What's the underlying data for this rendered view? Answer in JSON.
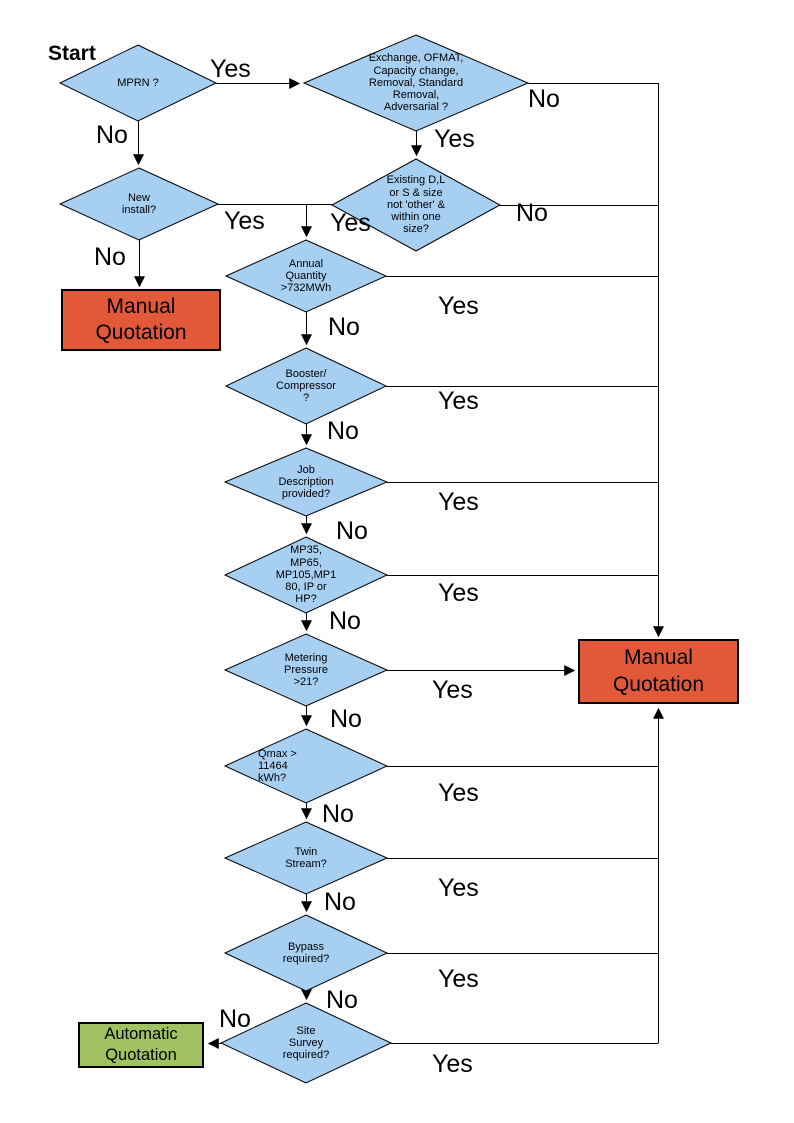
{
  "start_label": "Start",
  "colors": {
    "decision_fill": "#A7CFF2",
    "manual_fill": "#E2593A",
    "auto_fill": "#A1C263",
    "line": "#000000"
  },
  "nodes": {
    "mprn": "MPRN ?",
    "exchange": "Exchange, OFMAT,\nCapacity change,\nRemoval, Standard\nRemoval,\nAdversarial ?",
    "new_install": "New\ninstall?",
    "existing": "Existing D,L\nor S & size\nnot 'other' &\nwithin one\nsize?",
    "annual": "Annual\nQuantity\n>732MWh",
    "booster": "Booster/\nCompressor\n?",
    "job": "Job\nDescription\nprovided?",
    "mp35": "MP35,\nMP65,\nMP105,MP1\n80, IP or\nHP?",
    "metering": "Metering\nPressure\n>21?",
    "qmax": "Qmax >\n11464\nkWh?",
    "twin": "Twin\nStream?",
    "bypass": "Bypass\nrequired?",
    "site": "Site\nSurvey\nrequired?"
  },
  "terminals": {
    "manual_left": "Manual\nQuotation",
    "manual_right": "Manual\nQuotation",
    "automatic": "Automatic\nQuotation"
  },
  "edge_labels": {
    "mprn_yes": "Yes",
    "mprn_no": "No",
    "exchange_yes": "Yes",
    "exchange_no": "No",
    "new_install_yes": "Yes",
    "new_install_no": "No",
    "existing_yes": "Yes",
    "existing_no": "No",
    "annual_yes": "Yes",
    "annual_no": "No",
    "booster_yes": "Yes",
    "booster_no": "No",
    "job_yes": "Yes",
    "job_no": "No",
    "mp35_yes": "Yes",
    "mp35_no": "No",
    "metering_yes": "Yes",
    "metering_no": "No",
    "qmax_yes": "Yes",
    "qmax_no": "No",
    "twin_yes": "Yes",
    "twin_no": "No",
    "bypass_yes": "Yes",
    "bypass_no": "No",
    "site_yes": "Yes",
    "site_no": "No"
  }
}
